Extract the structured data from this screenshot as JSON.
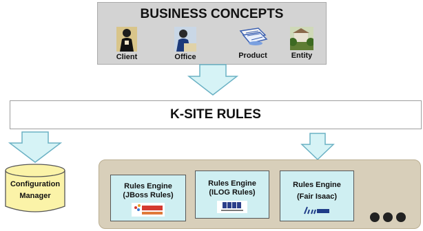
{
  "concepts": {
    "title": "BUSINESS CONCEPTS",
    "items": [
      {
        "label": "Client",
        "icon": "client-icon"
      },
      {
        "label": "Office",
        "icon": "office-icon"
      },
      {
        "label": "Product",
        "icon": "product-icon"
      },
      {
        "label": "Entity",
        "icon": "entity-icon"
      }
    ]
  },
  "rules": {
    "title": "K-SITE RULES"
  },
  "config": {
    "line1": "Configuration",
    "line2": "Manager"
  },
  "engines": [
    {
      "line1": "Rules Engine",
      "line2": "(JBoss Rules)",
      "logo": "jboss-logo"
    },
    {
      "line1": "Rules Engine",
      "line2": "(ILOG Rules)",
      "logo": "ilog-logo"
    },
    {
      "line1": "Rules Engine",
      "line2": "(Fair Isaac)",
      "logo": "fairisaac-logo"
    }
  ],
  "colors": {
    "arrow_fill": "#d6f3f6",
    "arrow_stroke": "#6ab1c4",
    "engine_fill": "#cfeff2",
    "panel_fill": "#d8cfba"
  }
}
